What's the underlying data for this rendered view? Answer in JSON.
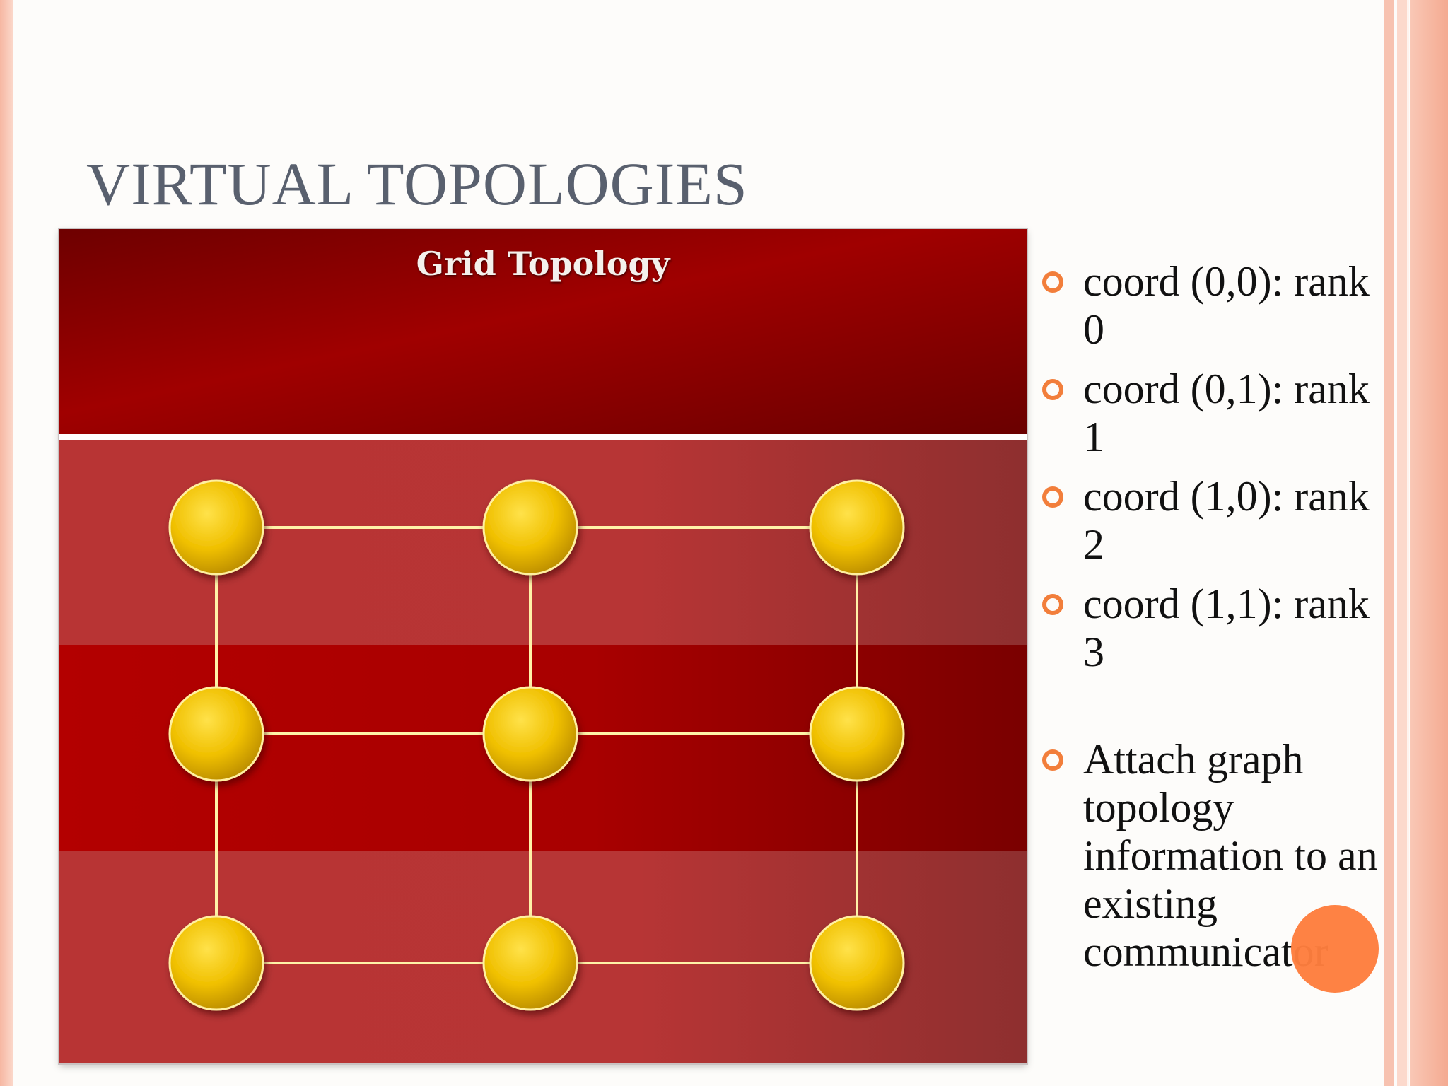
{
  "slide": {
    "title": "VIRTUAL TOPOLOGIES"
  },
  "diagram": {
    "title": "Grid Topology",
    "rows": 3,
    "cols": 3,
    "colors": {
      "header_bg": "#9b0000",
      "panel_bg": "#b52222",
      "band_bg": "#aa0000",
      "node": "#f2c300",
      "link": "#fff2a8",
      "link_glow": "#ffb000"
    }
  },
  "bullets": [
    {
      "text": "coord (0,0): rank 0"
    },
    {
      "text": "coord (0,1): rank 1"
    },
    {
      "text": "coord (1,0): rank 2"
    },
    {
      "text": "coord (1,1): rank 3"
    },
    {
      "text": "Attach graph topology information to an existing communicator"
    }
  ],
  "colors": {
    "accent": "#f27e3b",
    "title_text": "#59606e",
    "border": "#f6b7a2"
  }
}
